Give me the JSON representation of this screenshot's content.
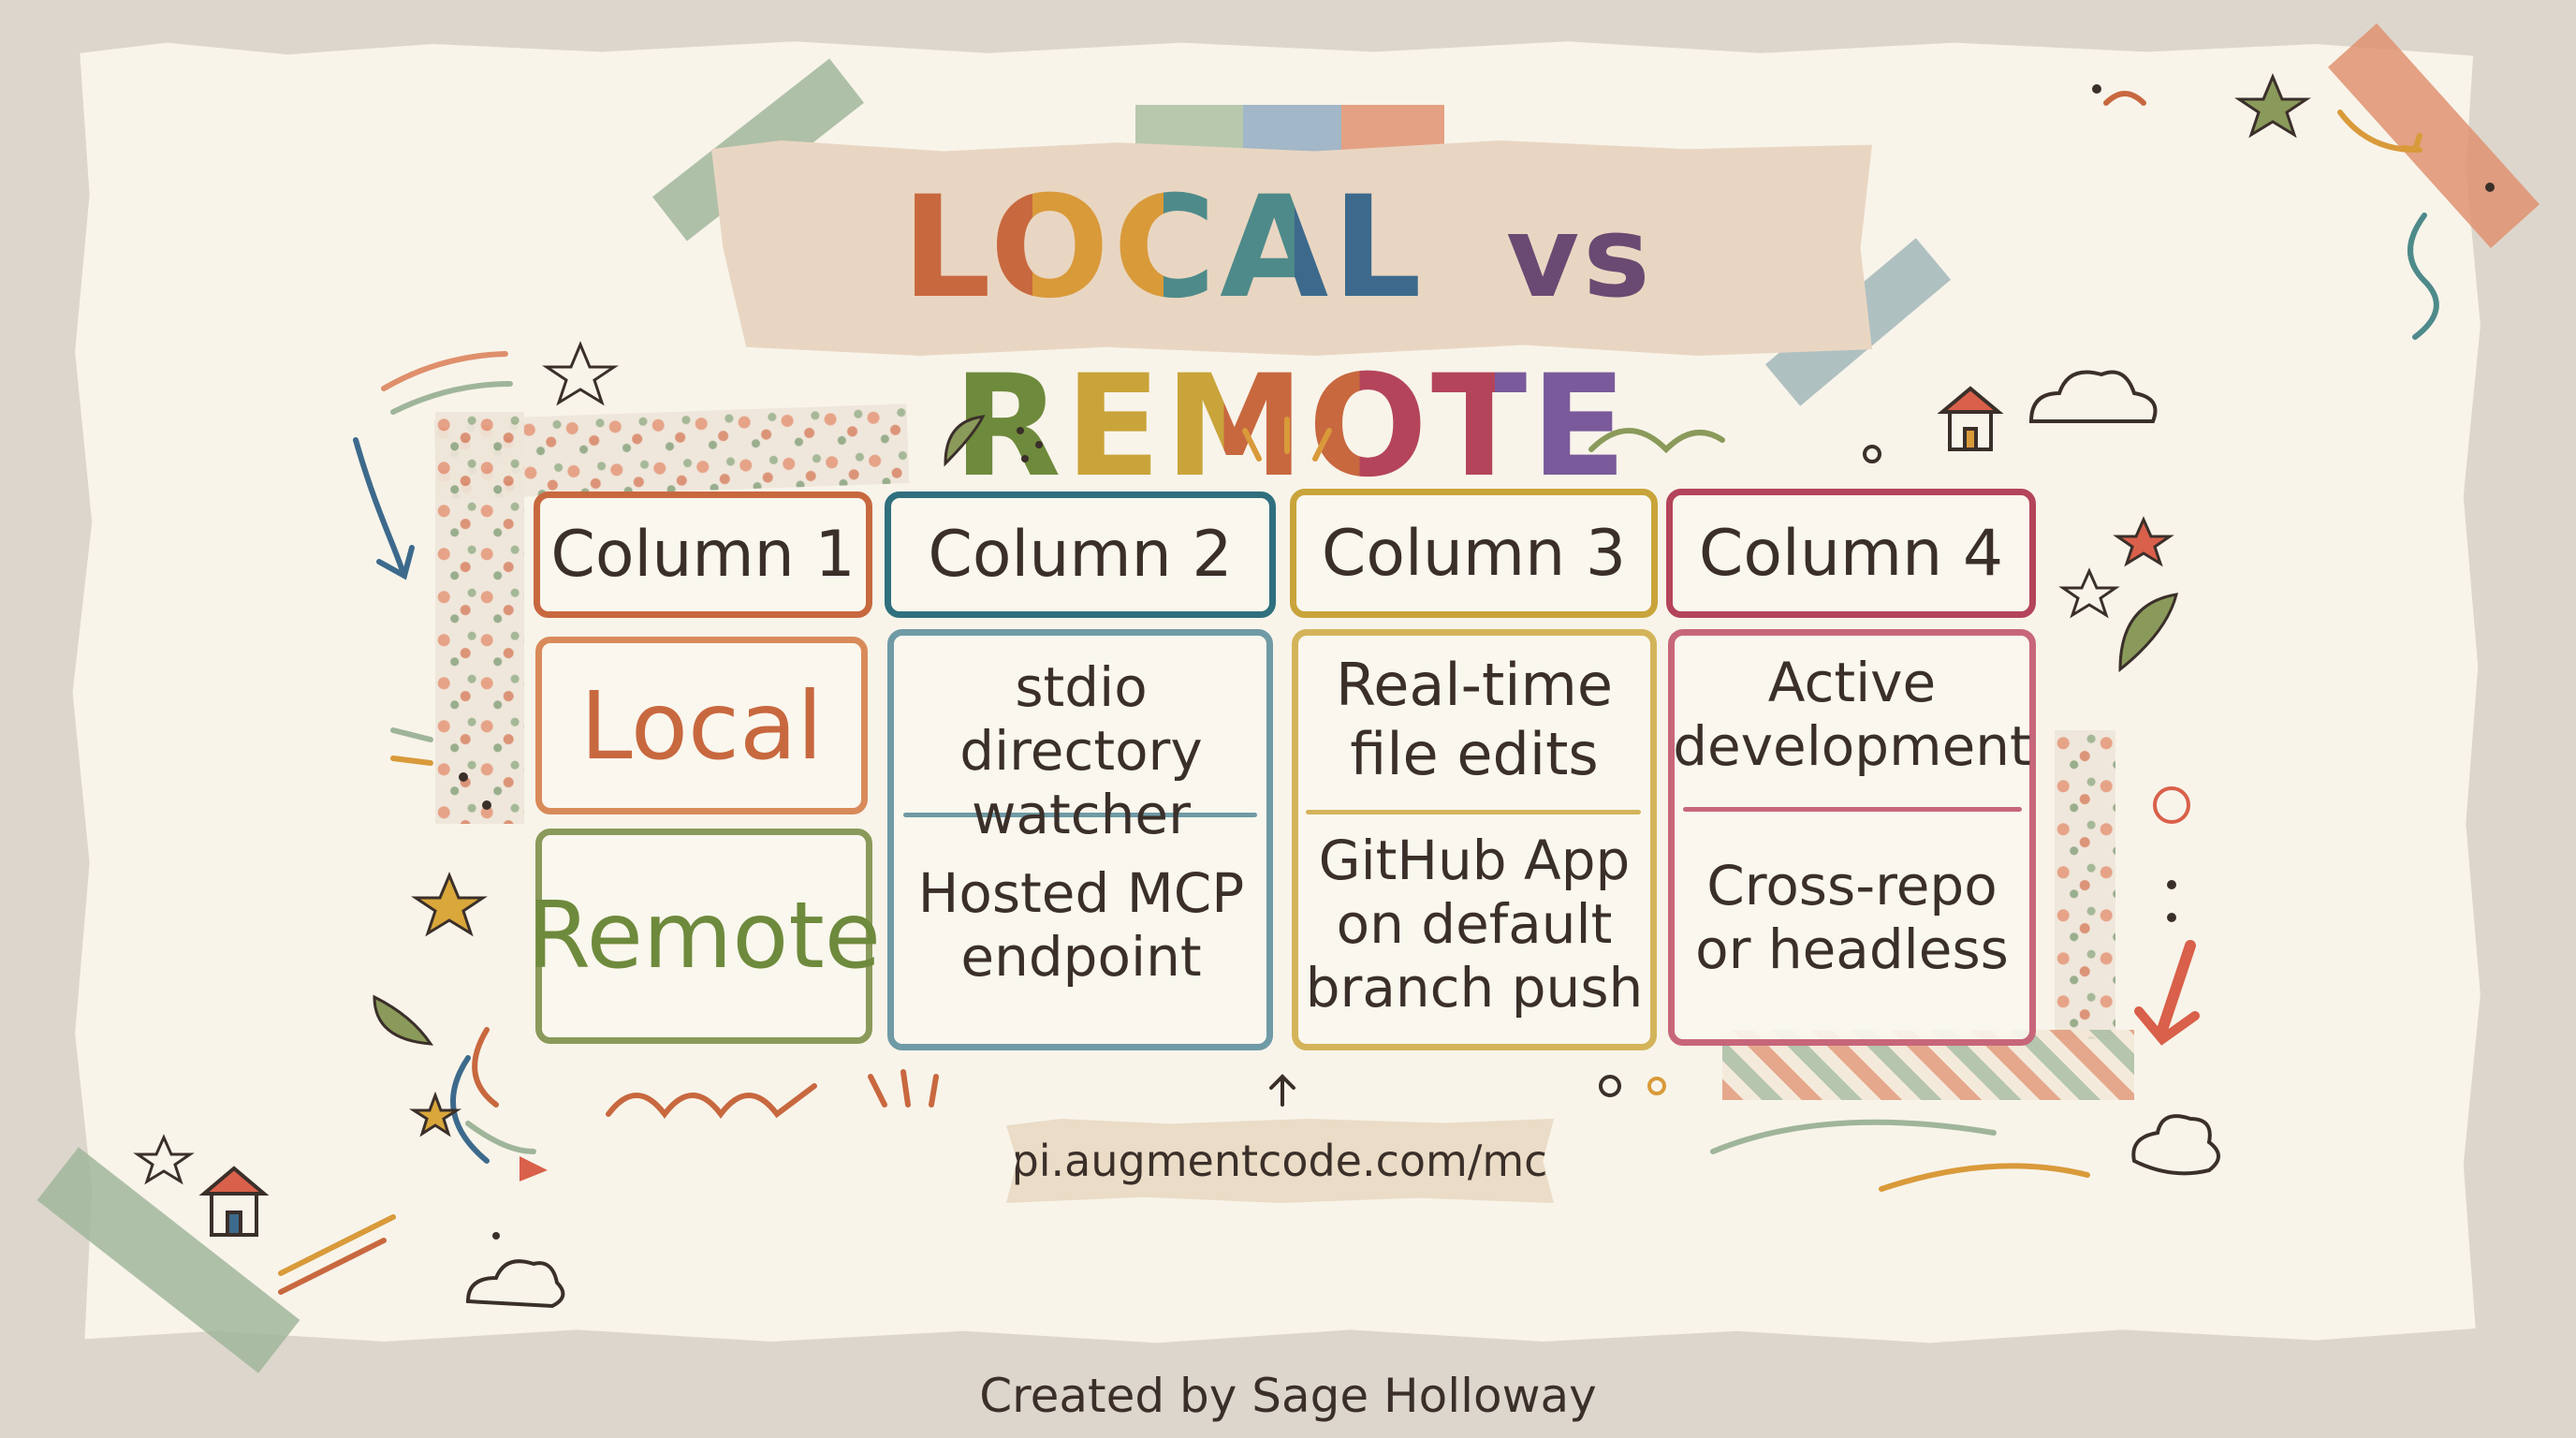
{
  "title": {
    "word1": "LOCAL",
    "word2": "vs",
    "word3": "REMOTE"
  },
  "columns": [
    {
      "header": "Column 1",
      "color": "#c8683f"
    },
    {
      "header": "Column 2",
      "color": "#2f6f7e"
    },
    {
      "header": "Column 3",
      "color": "#c9a43a"
    },
    {
      "header": "Column 4",
      "color": "#b4445a"
    }
  ],
  "rows": {
    "local": {
      "label": "Local",
      "label_color": "#c8683f",
      "col2": [
        "stdio directory",
        "watcher"
      ],
      "col3": [
        "Real-time",
        "file edits"
      ],
      "col4": [
        "Active",
        "development"
      ]
    },
    "remote": {
      "label": "Remote",
      "label_color": "#6e8a3c",
      "col2": [
        "Hosted MCP",
        "endpoint"
      ],
      "col3": [
        "GitHub App",
        "on default",
        "branch push"
      ],
      "col4": [
        "Cross-repo",
        "or headless"
      ]
    }
  },
  "url": "api.augmentcode.com/mcp",
  "credit": "Created by Sage Holloway",
  "palette": {
    "paper": "#f8f4ea",
    "ink": "#3b2f2a",
    "tape_green": "#9fb59a",
    "tape_blue": "#8aa9b8",
    "tape_salmon": "#df8f6c"
  }
}
